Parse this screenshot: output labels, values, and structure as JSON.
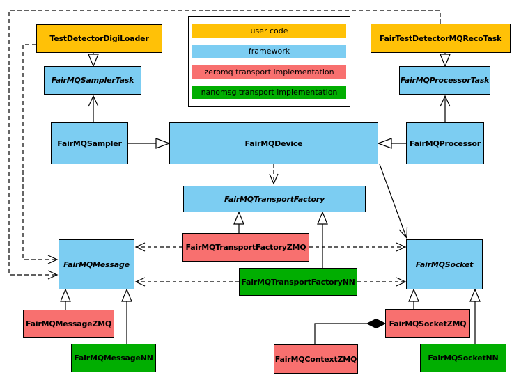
{
  "colors": {
    "user_code": "#FFC107",
    "framework": "#7CCDF2",
    "zeromq": "#F8706F",
    "nanomsg": "#01AE01",
    "line": "#000000",
    "background": "#FFFFFF"
  },
  "legend": {
    "items": [
      {
        "label": "user code",
        "color": "#FFC107"
      },
      {
        "label": "framework",
        "color": "#7CCDF2"
      },
      {
        "label": "zeromq transport implementation",
        "color": "#F8706F"
      },
      {
        "label": "nanomsg transport implementation",
        "color": "#01AE01"
      }
    ]
  },
  "nodes": [
    {
      "label": "TestDetectorDigiLoader",
      "category": "user code",
      "abstract": false
    },
    {
      "label": "FairTestDetectorMQRecoTask",
      "category": "user code",
      "abstract": false
    },
    {
      "label": "FairMQSamplerTask",
      "category": "framework",
      "abstract": true
    },
    {
      "label": "FairMQProcessorTask",
      "category": "framework",
      "abstract": true
    },
    {
      "label": "FairMQSampler",
      "category": "framework",
      "abstract": false
    },
    {
      "label": "FairMQDevice",
      "category": "framework",
      "abstract": false
    },
    {
      "label": "FairMQProcessor",
      "category": "framework",
      "abstract": false
    },
    {
      "label": "FairMQTransportFactory",
      "category": "framework",
      "abstract": true
    },
    {
      "label": "FairMQTransportFactoryZMQ",
      "category": "zeromq transport implementation",
      "abstract": false
    },
    {
      "label": "FairMQTransportFactoryNN",
      "category": "nanomsg transport implementation",
      "abstract": false
    },
    {
      "label": "FairMQMessage",
      "category": "framework",
      "abstract": true
    },
    {
      "label": "FairMQSocket",
      "category": "framework",
      "abstract": true
    },
    {
      "label": "FairMQMessageZMQ",
      "category": "zeromq transport implementation",
      "abstract": false
    },
    {
      "label": "FairMQMessageNN",
      "category": "nanomsg transport implementation",
      "abstract": false
    },
    {
      "label": "FairMQSocketZMQ",
      "category": "zeromq transport implementation",
      "abstract": false
    },
    {
      "label": "FairMQContextZMQ",
      "category": "zeromq transport implementation",
      "abstract": false
    },
    {
      "label": "FairMQSocketNN",
      "category": "nanomsg transport implementation",
      "abstract": false
    }
  ],
  "edges": [
    {
      "from": "TestDetectorDigiLoader",
      "to": "FairMQSamplerTask",
      "type": "generalization"
    },
    {
      "from": "FairMQSampler",
      "to": "FairMQSamplerTask",
      "type": "association"
    },
    {
      "from": "FairTestDetectorMQRecoTask",
      "to": "FairMQProcessorTask",
      "type": "generalization"
    },
    {
      "from": "FairMQProcessor",
      "to": "FairMQProcessorTask",
      "type": "association"
    },
    {
      "from": "FairMQSampler",
      "to": "FairMQDevice",
      "type": "generalization"
    },
    {
      "from": "FairMQProcessor",
      "to": "FairMQDevice",
      "type": "generalization"
    },
    {
      "from": "FairMQDevice",
      "to": "FairMQTransportFactory",
      "type": "dependency"
    },
    {
      "from": "FairMQDevice",
      "to": "FairMQSocket",
      "type": "association"
    },
    {
      "from": "FairMQTransportFactoryZMQ",
      "to": "FairMQTransportFactory",
      "type": "generalization"
    },
    {
      "from": "FairMQTransportFactoryNN",
      "to": "FairMQTransportFactory",
      "type": "generalization"
    },
    {
      "from": "FairMQTransportFactoryZMQ",
      "to": "FairMQMessage",
      "type": "dependency"
    },
    {
      "from": "FairMQTransportFactoryZMQ",
      "to": "FairMQSocket",
      "type": "dependency"
    },
    {
      "from": "FairMQTransportFactoryNN",
      "to": "FairMQMessage",
      "type": "dependency"
    },
    {
      "from": "FairMQTransportFactoryNN",
      "to": "FairMQSocket",
      "type": "dependency"
    },
    {
      "from": "TestDetectorDigiLoader",
      "to": "FairMQMessage",
      "type": "dependency"
    },
    {
      "from": "FairTestDetectorMQRecoTask",
      "to": "FairMQMessage",
      "type": "dependency"
    },
    {
      "from": "FairMQMessageZMQ",
      "to": "FairMQMessage",
      "type": "generalization"
    },
    {
      "from": "FairMQMessageNN",
      "to": "FairMQMessage",
      "type": "generalization"
    },
    {
      "from": "FairMQSocketZMQ",
      "to": "FairMQSocket",
      "type": "generalization"
    },
    {
      "from": "FairMQSocketNN",
      "to": "FairMQSocket",
      "type": "generalization"
    },
    {
      "from": "FairMQContextZMQ",
      "to": "FairMQSocketZMQ",
      "type": "composition"
    }
  ]
}
